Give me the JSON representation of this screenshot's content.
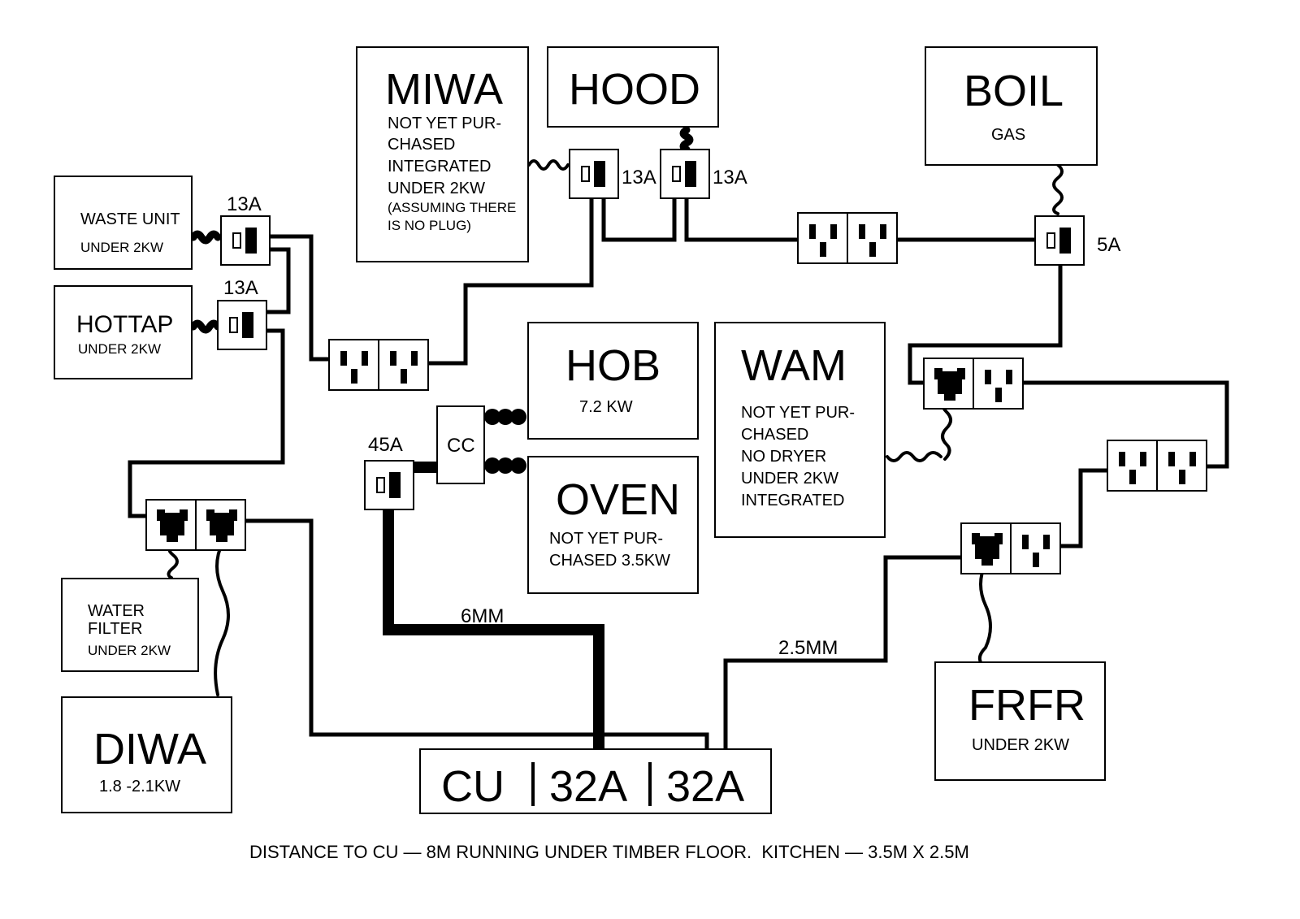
{
  "title": "Kitchen electrical wiring plan",
  "appliances": {
    "miwa": {
      "name": "MIWA",
      "notes": [
        "NOT YET PUR-",
        "CHASED",
        "INTEGRATED",
        "UNDER 2KW",
        "(ASSUMING THERE",
        "IS NO PLUG)"
      ]
    },
    "hood": {
      "name": "HOOD"
    },
    "boil": {
      "name": "BOIL",
      "notes": [
        "GAS"
      ]
    },
    "waste_unit": {
      "name": "WASTE UNIT",
      "notes": [
        "UNDER 2KW"
      ]
    },
    "hottap": {
      "name": "HOTTAP",
      "notes": [
        "UNDER 2KW"
      ]
    },
    "hob": {
      "name": "HOB",
      "notes": [
        "7.2 KW"
      ]
    },
    "oven": {
      "name": "OVEN",
      "notes": [
        "NOT YET PUR-",
        "CHASED 3.5KW"
      ]
    },
    "wam": {
      "name": "WAM",
      "notes": [
        "NOT YET PUR-",
        "CHASED",
        "NO DRYER",
        "UNDER 2KW",
        "INTEGRATED"
      ]
    },
    "water_filter": {
      "name_lines": [
        "WATER",
        "FILTER"
      ],
      "notes": [
        "UNDER 2KW"
      ]
    },
    "diwa": {
      "name": "DIWA",
      "notes": [
        "1.8 -2.1KW"
      ]
    },
    "frfr": {
      "name": "FRFR",
      "notes": [
        "UNDER 2KW"
      ]
    }
  },
  "fused_spurs": {
    "waste_unit": "13A",
    "hottap": "13A",
    "miwa": "13A",
    "hood": "13A",
    "boil": "5A",
    "cooker": "45A"
  },
  "cooker_control": "CC",
  "cables": {
    "cooker_circuit": "6MM",
    "ring_circuit": "2.5MM"
  },
  "consumer_unit": {
    "label": "CU",
    "breakers": [
      "32A",
      "32A"
    ]
  },
  "footer": "DISTANCE TO CU — 8M RUNNING UNDER TIMBER FLOOR.  KITCHEN — 3.5M X 2.5M"
}
